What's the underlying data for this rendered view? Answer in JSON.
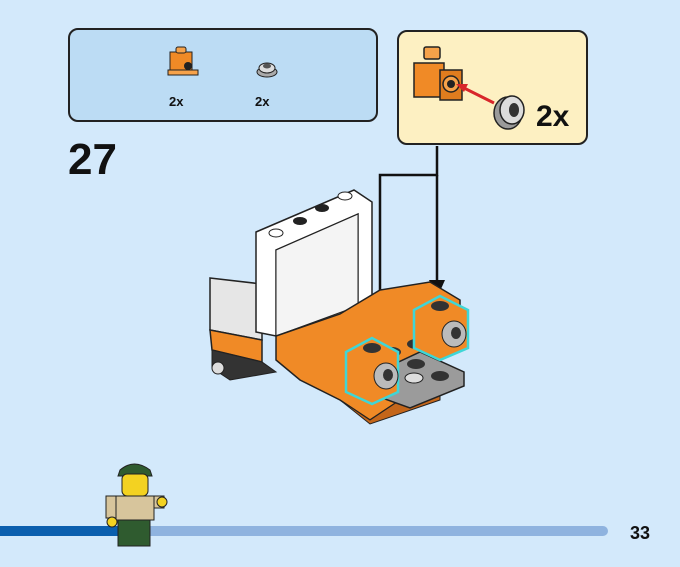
{
  "step": {
    "number": "27"
  },
  "parts_list": [
    {
      "name": "orange-bracket-brick-icon",
      "quantity": "2x"
    },
    {
      "name": "silver-wheel-hub-icon",
      "quantity": "2x"
    }
  ],
  "callout": {
    "quantity": "2x"
  },
  "footer": {
    "page_number": "33"
  },
  "colors": {
    "page_bg": "#d3e9fb",
    "parts_box_bg": "#bcdcf4",
    "callout_bg": "#fdf0c2",
    "brick_orange": "#f08a26",
    "highlight_cyan": "#3fd6d6",
    "progress_dark": "#0b5fae",
    "progress_light": "#8fb3df",
    "arrow_red": "#d8262a"
  }
}
